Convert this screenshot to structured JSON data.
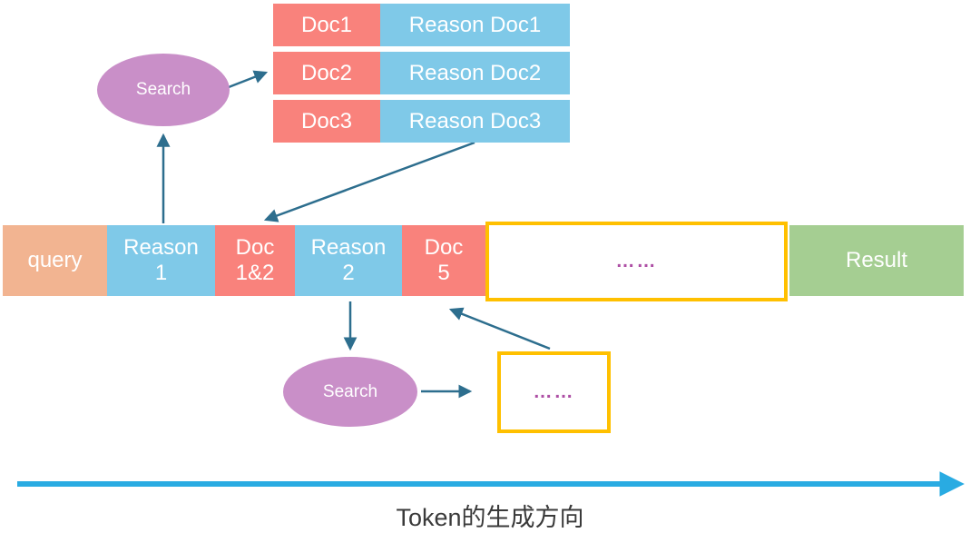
{
  "doc_table": {
    "rows": [
      {
        "doc": "Doc1",
        "reason": "Reason Doc1"
      },
      {
        "doc": "Doc2",
        "reason": "Reason Doc2"
      },
      {
        "doc": "Doc3",
        "reason": "Reason Doc3"
      }
    ]
  },
  "search_top": {
    "label": "Search"
  },
  "search_bottom": {
    "label": "Search"
  },
  "sequence": {
    "query": {
      "label": "query"
    },
    "reason1": {
      "label": "Reason\n1"
    },
    "doc12": {
      "label": "Doc\n1&2"
    },
    "reason2": {
      "label": "Reason\n2"
    },
    "doc5": {
      "label": "Doc\n5"
    },
    "ellipsis_inline": {
      "label": "……"
    },
    "result": {
      "label": "Result"
    }
  },
  "ellipsis_bottom": {
    "label": "……"
  },
  "caption": {
    "label": "Token的生成方向"
  },
  "colors": {
    "doc_salmon": "#F9827C",
    "reason_blue": "#7FC9E8",
    "query_peach": "#F2B491",
    "result_green": "#A5CE92",
    "search_purple": "#C98FC8",
    "placeholder_border_amber": "#FFC000",
    "ellipsis_purple": "#AE4FA5",
    "flow_arrow_teal": "#2D6E8E",
    "timeline_arrow_cyan": "#29ABE2"
  }
}
